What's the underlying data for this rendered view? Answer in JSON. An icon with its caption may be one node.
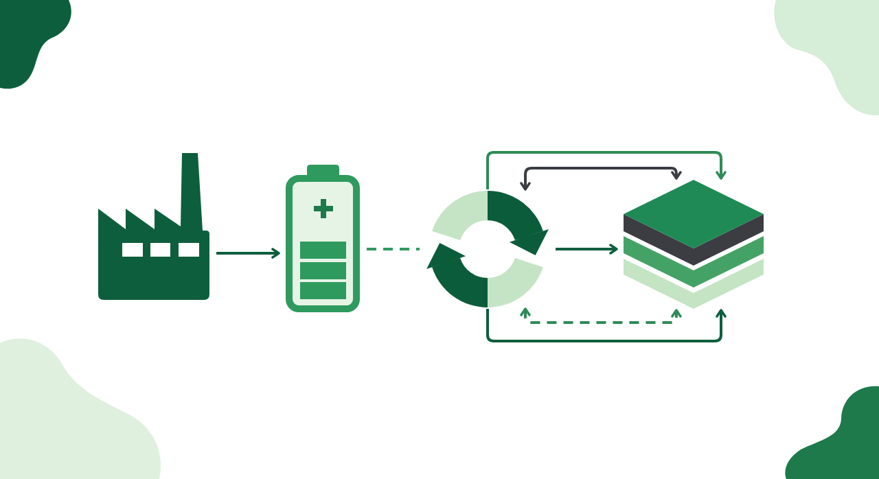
{
  "diagram": {
    "nodes": [
      {
        "text": [],
        "shape": "picture"
      },
      {
        "text": [],
        "shape": "picture"
      },
      {
        "text": [],
        "shape": "picture"
      },
      {
        "text": [],
        "shape": "picture"
      }
    ],
    "edges": [
      {
        "from": 0,
        "to": 1,
        "arrow": "to"
      },
      {
        "from": 1,
        "to": 2,
        "arrow": "none",
        "style": "dashed",
        "color": "#2e9a5e"
      },
      {
        "from": 2,
        "to": 3,
        "arrow": "to"
      },
      {
        "from": 2,
        "to": 3,
        "arrow": "to",
        "color": "#2e8b57"
      },
      {
        "from": 2,
        "to": 3,
        "arrow": "both",
        "color": "#3a3d42"
      },
      {
        "from": 2,
        "to": 3,
        "arrow": "both",
        "style": "dashed",
        "color": "#2e8b57"
      },
      {
        "from": 2,
        "to": 3,
        "arrow": "to"
      }
    ]
  }
}
